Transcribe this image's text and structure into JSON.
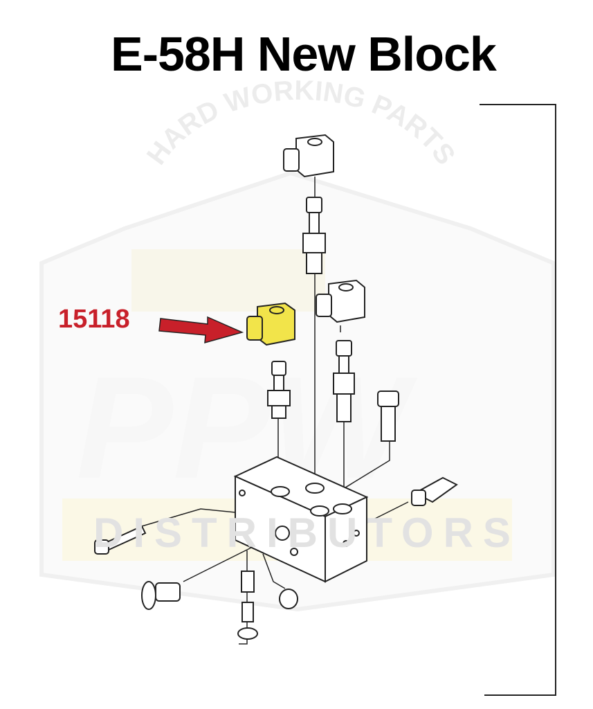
{
  "title": "E-58H New Block",
  "callout": {
    "part_number": "15118",
    "highlight_color": "#f2e44a",
    "text_color": "#c8202a"
  },
  "watermark": {
    "arc_text": "HARD WORKING PARTS",
    "logo_text": "PPW",
    "sub_text": "DISTRIBUTORS"
  }
}
